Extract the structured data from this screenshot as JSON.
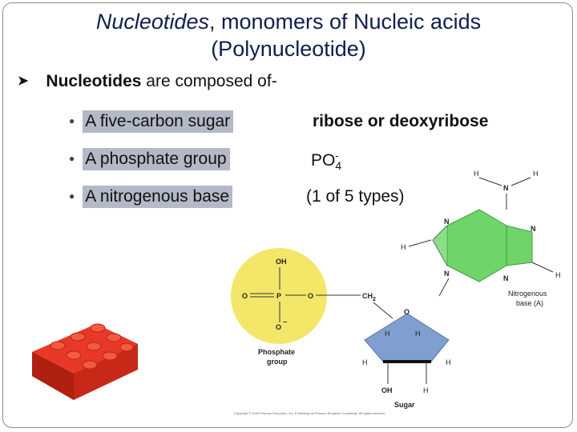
{
  "title": {
    "italic_part": "Nucleotides",
    "line1_rest": ", monomers of Nucleic acids",
    "line2": "(Polynucleotide)"
  },
  "main_bullet": {
    "bold": "Nucleotides",
    "rest": " are composed of-"
  },
  "components": [
    {
      "label": "A five-carbon sugar",
      "value": "ribose or deoxyribose"
    },
    {
      "label": "A phosphate group",
      "value_base": "PO",
      "value_sub": "4",
      "value_sup": "-"
    },
    {
      "label": "A nitrogenous base",
      "value": "(1 of 5 types)"
    }
  ],
  "diagram": {
    "phosphate": {
      "oh": "OH",
      "o": "O",
      "p": "P",
      "o_minus": "O",
      "label1": "Phosphate",
      "label2": "group"
    },
    "sugar": {
      "ch2": "CH",
      "ch2_sub": "2",
      "o": "O",
      "h": "H",
      "oh": "OH",
      "label": "Sugar"
    },
    "base": {
      "n": "N",
      "h": "H",
      "label1": "Nitrogenous",
      "label2": "base (A)"
    },
    "copyright": "Copyright © 2005 Pearson Education, Inc. Publishing as Pearson Benjamin Cummings. All rights reserved.",
    "colors": {
      "phosphate": "#f3e76a",
      "sugar": "#7f9fd0",
      "base": "#6fd46a",
      "lego": "#e83828"
    }
  }
}
